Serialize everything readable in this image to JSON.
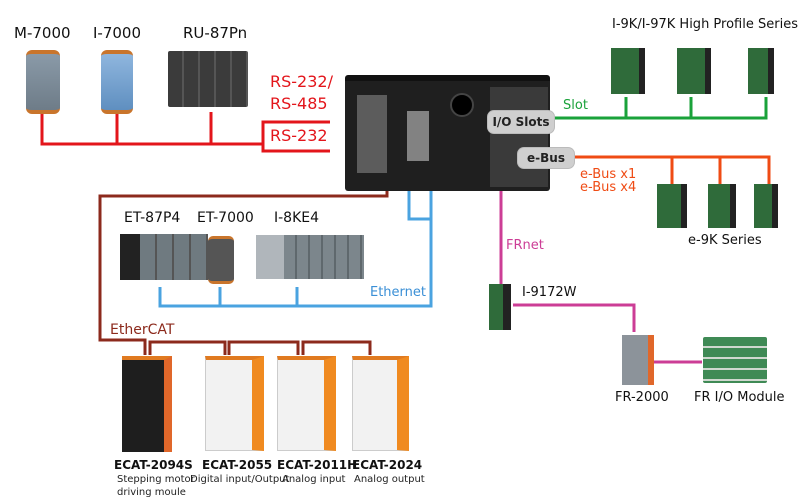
{
  "serial": {
    "devices": [
      "M-7000",
      "I-7000",
      "RU-87Pn"
    ],
    "label_rs232_485_line1": "RS-232/",
    "label_rs232_485_line2": "RS-485",
    "label_rs232": "RS-232",
    "color": "#e3151b"
  },
  "controller": {
    "io_slots_label": "I/O Slots",
    "ebus_label": "e-Bus"
  },
  "slot": {
    "label": "Slot",
    "series_title": "I-9K/I-97K High Profile Series",
    "color": "#1aa23a"
  },
  "ebus": {
    "label_x1": "e-Bus x1",
    "label_x4": "e-Bus x4",
    "series_title": "e-9K Series",
    "color": "#ef4b14"
  },
  "ethernet": {
    "label": "Ethernet",
    "devices": [
      "ET-87P4",
      "ET-7000",
      "I-8KE4"
    ],
    "color": "#4aa3e0"
  },
  "ethercat": {
    "label": "EtherCAT",
    "color": "#8c2a1c",
    "modules": [
      {
        "name": "ECAT-2094S",
        "desc1": "Stepping motor",
        "desc2": "driving moule"
      },
      {
        "name": "ECAT-2055",
        "desc1": "Digital input/Output",
        "desc2": ""
      },
      {
        "name": "ECAT-2011H",
        "desc1": "Analog input",
        "desc2": ""
      },
      {
        "name": "ECAT-2024",
        "desc1": "Analog output",
        "desc2": ""
      }
    ]
  },
  "frnet": {
    "label": "FRnet",
    "card": "I-9172W",
    "devices": [
      "FR-2000",
      "FR I/O Module"
    ],
    "color": "#cc3d96"
  }
}
